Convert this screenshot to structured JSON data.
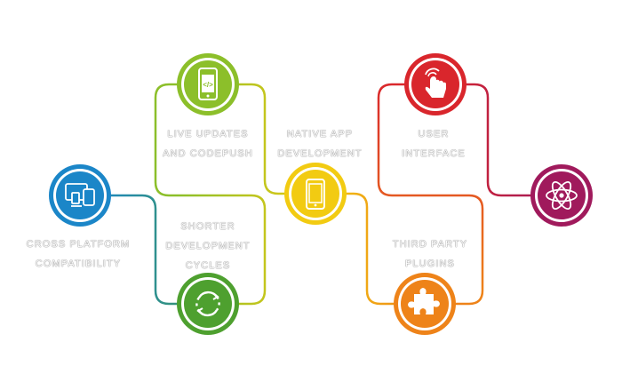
{
  "nodes": [
    {
      "id": "cross-platform",
      "icon": "devices-icon",
      "color": "#1b86c8",
      "lines": [
        "CROSS PLATFORM",
        "COMPATIBILITY"
      ]
    },
    {
      "id": "live-updates",
      "icon": "mobile-code-icon",
      "color": "#8cbf2a",
      "lines": [
        "LIVE UPDATES",
        "AND CODEPUSH"
      ]
    },
    {
      "id": "shorter-cycles",
      "icon": "refresh-arrows-icon",
      "color": "#4ea02f",
      "lines": [
        "SHORTER",
        "DEVELOPMENT",
        "CYCLES"
      ]
    },
    {
      "id": "native-app",
      "icon": "smartphone-icon",
      "color": "#f2cb12",
      "lines": [
        "NATIVE APP",
        "DEVELOPMENT"
      ]
    },
    {
      "id": "user-interface",
      "icon": "touch-hand-icon",
      "color": "#d9262c",
      "lines": [
        "USER",
        "INTERFACE"
      ]
    },
    {
      "id": "third-party",
      "icon": "puzzle-piece-icon",
      "color": "#ee8319",
      "lines": [
        "THIRD PARTY",
        "PLUGINS"
      ]
    },
    {
      "id": "react",
      "icon": "react-atom-icon",
      "color": "#a01a5c",
      "lines": []
    }
  ]
}
